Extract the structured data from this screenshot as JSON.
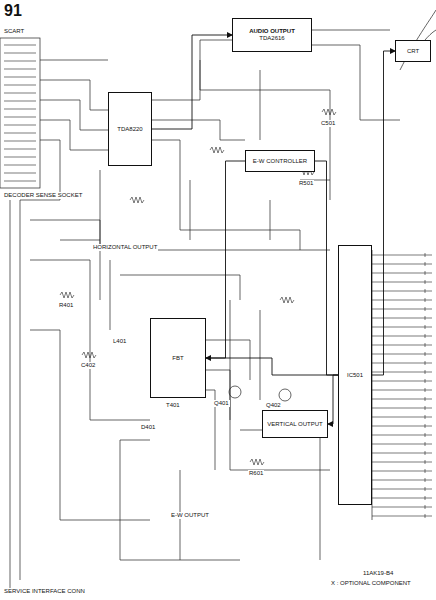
{
  "diagram": {
    "nodes": [
      {
        "text": [
          "AUDIO OUTPUT",
          "TDA2616"
        ]
      },
      {
        "text": [
          "CRT"
        ]
      },
      {
        "text": [
          "TDA8220"
        ]
      },
      {
        "text": [
          "E-W CONTROLLER"
        ]
      },
      {
        "text": [
          "IC501"
        ]
      },
      {
        "text": [
          "FBT"
        ]
      },
      {
        "text": [
          "VERTICAL OUTPUT"
        ]
      }
    ],
    "edges": [
      {
        "from": 2,
        "to": 0,
        "arrow": "to"
      },
      {
        "from": 4,
        "to": 3,
        "arrow": "none"
      },
      {
        "from": 3,
        "to": 5,
        "arrow": "none"
      },
      {
        "from": 4,
        "to": 5,
        "arrow": "to"
      },
      {
        "from": 4,
        "to": 1,
        "arrow": "to"
      },
      {
        "from": 4,
        "to": 6,
        "arrow": "to"
      }
    ],
    "labels": [
      "91",
      "SCART",
      "DECODER SENSE SOCKET",
      "HORIZONTAL OUTPUT",
      "E-W OUTPUT",
      "SERVICE INTERFACE CONN",
      "11AK19-B4",
      "X : OPTIONAL COMPONENT",
      "R401",
      "C402",
      "L401",
      "D401",
      "T401",
      "Q401",
      "Q402",
      "R501",
      "C501",
      "R601"
    ]
  }
}
